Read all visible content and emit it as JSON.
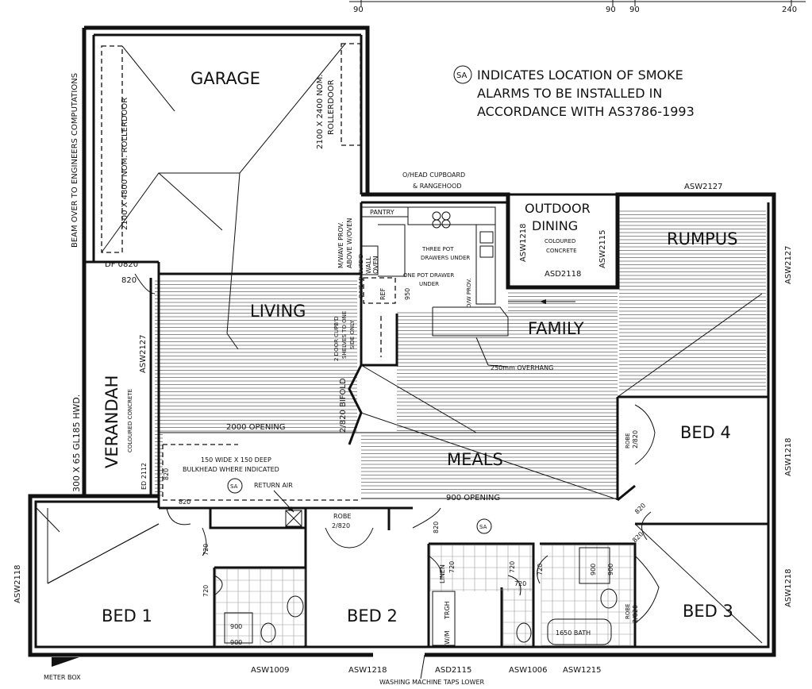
{
  "dimensions_top": {
    "d1": "90",
    "d2": "90",
    "d3": "90",
    "d4": "240"
  },
  "rooms": {
    "garage": "GARAGE",
    "outdoor_dining_1": "OUTDOOR",
    "outdoor_dining_2": "DINING",
    "rumpus": "RUMPUS",
    "living": "LIVING",
    "family": "FAMILY",
    "verandah": "VERANDAH",
    "meals": "MEALS",
    "bed1": "BED 1",
    "bed2": "BED 2",
    "bed3": "BED 3",
    "bed4": "BED 4"
  },
  "smoke_note": {
    "symbol": "SA",
    "line1": "INDICATES LOCATION OF SMOKE",
    "line2": "ALARMS TO BE INSTALLED IN",
    "line3": "ACCORDANCE WITH AS3786-1993"
  },
  "labels": {
    "beam_note": "BEAM OVER TO ENGINEERS COMPUTATIONS",
    "garage_door_1": "2100 X 4800 NOM. ROLLERDOOR",
    "garage_door_2a": "2100 X 2400 NOM.",
    "garage_door_2b": "ROLLERDOOR",
    "df0820": "DF 0820",
    "d820_garage": "820",
    "ohead_1": "O/HEAD CUPBOARD",
    "ohead_2": "& RANGEHOOD",
    "asw2127_top": "ASW2127",
    "asw2127_right": "ASW2127",
    "asw2127_verandah": "ASW2127",
    "pantry": "PANTRY",
    "wall_oven_1": "WALL",
    "wall_oven_2": "OVEN",
    "mwave_1": "M/WAVE PROV.",
    "mwave_2": "ABOVE W/OVEN",
    "three_pot_1": "THREE POT",
    "three_pot_2": "DRAWERS UNDER",
    "one_pot_1": "ONE POT DRAWER",
    "one_pot_2": "UNDER",
    "ref": "REF",
    "d950": "950",
    "ohead_cupbd": "O/HEAD CUPB'D",
    "dw_prov": "D/W PROV.",
    "asw1218_od": "ASW1218",
    "asw2115_od": "ASW2115",
    "coloured_1": "COLOURED",
    "concrete_1": "CONCRETE",
    "asd2118": "ASD2118",
    "two_door_1": "2 DOOR CUPB'D",
    "two_door_2": "SHELVES TO ONE",
    "two_door_3": "SIDE ONLY",
    "overhang": "250mm OVERHANG",
    "bifold": "2/820 BIFOLD",
    "hwd": "300 X 65 GL185 HWD.",
    "coloured_v": "COLOURED CONCRETE",
    "opening_2000": "2000 OPENING",
    "bulkhead_1": "150 WIDE X 150 DEEP",
    "bulkhead_2": "BULKHEAD WHERE INDICATED",
    "ed2112": "ED 2112",
    "d820_a": "820",
    "d820_b": "820",
    "return_air": "RETURN AIR",
    "opening_900": "900 OPENING",
    "robe_bed4_a": "ROBE",
    "robe_bed4_b": "2/820",
    "asw1218_r1": "ASW1218",
    "asw1218_r2": "ASW1218",
    "robe_bed2_a": "ROBE",
    "robe_bed2_b": "2/820",
    "d820_hall": "820",
    "d820_bed4": "820",
    "d820_bed3": "820",
    "d720_a": "720",
    "d720_b": "720",
    "d720_c": "720",
    "d720_d": "720",
    "d720_e": "720",
    "linen": "LINEN",
    "linen_720": "720",
    "trgh": "TRGH",
    "wm": "W/M",
    "shower_a": "900",
    "shower_b": "900",
    "shower_c": "900",
    "shower_d": "900",
    "bath": "1650 BATH",
    "robe_bed3_a": "ROBE",
    "robe_bed3_b": "2/820",
    "asw2118_left": "ASW2118",
    "meter_box": "METER BOX",
    "asw1009": "ASW1009",
    "asw1218_b": "ASW1218",
    "asd2115": "ASD2115",
    "asw1006": "ASW1006",
    "asw1215": "ASW1215",
    "washing": "WASHING MACHINE TAPS LOWER"
  }
}
